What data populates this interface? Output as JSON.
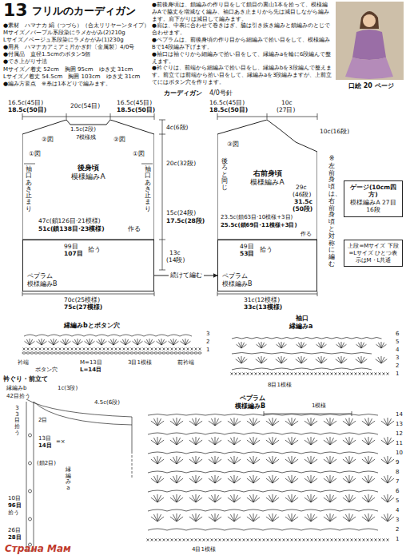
{
  "diagram": {
    "title": "フリルのカーディガン",
    "nodes": [
      {
        "text": [
          "後身頃",
          "模様編みA"
        ]
      },
      {
        "text": [
          "右前身頃",
          "模様編みA"
        ]
      },
      {
        "text": [
          "ペプラム",
          "模様編みB"
        ]
      },
      {
        "text": [
          "ペプラム",
          "模様編みB"
        ]
      },
      {
        "text": [
          "ゲージ(10cm四方)",
          "模様編みA 27目 16段"
        ]
      },
      {
        "text": [
          "上段=Mサイズ 下段=Lサイズ ひとつ表示はM・L共通"
        ]
      }
    ],
    "edges": [
      {
        "from": 2,
        "to": 3,
        "arrow": "to",
        "label": "続けて編む"
      }
    ],
    "labels": [
      "13",
      "●素材　ハマナカ 絹（つづら）（合太リリヤーンタイプ）",
      "Mサイズ／パープル系段染にラメかがみ(2)210g",
      "Lサイズ／ベージュ系段染にラメかがみ(1)230g",
      "●用具　ハマナカアミアミ片かぎ針〔金属製〕4/0号",
      "●付属品　直径1.5cmのボタン5個",
      "●でき上がり寸法",
      "Mサイズ／着丈 52cm　胸囲 95cm　ゆき丈 31cm",
      "Lサイズ／着丈 54.5cm　胸囲 103cm　ゆき丈 31cm",
      "●編み方要点　※糸は1本どりで編みます。",
      "●前後身頃は、鎖編みの作り目をして鎖目の裏山1本を拾って、模様編みAで脇丈を増減なく編み、袖口あき止まりから先は減目しながら編みます。肩下がりは減目して編みます。",
      "●肩は、中表に合わせて巻きはぎ、脇は引き抜き編みと鎖編みのとじで合わせます。",
      "●ペプラムは、前後身頃の作り目から細編みで拾い目をして、模様編みBで14段編み下げます。",
      "●袖口は袖ぐりから細編みで拾い目をして、縁編みaを輪に6段編んで整えます。",
      "●衿ぐりは、前端から細編みで拾い目をし、縁編みbを3段編んで整えます。前立ては前端から拾い目をして、縁編みaを3段編みますが、上前立てにはボタン穴を作ります。",
      "口絵 20 ページ",
      "カーディガン",
      "4/0号針",
      "16.5c(45目)",
      "18.5c(50目)",
      "20c(54目)",
      "16.5c(45目)",
      "18.5c(50目)",
      "1.5c(2段)",
      "7模様残",
      "②図",
      "②図",
      "①図",
      "①図",
      "袖口あき止まり",
      "袖口あき止まり",
      "47c(鎖126目·21模様)",
      "51c(鎖138目·23模様)",
      "作る",
      "99目",
      "107目",
      "拾う",
      "70c(25模様)",
      "75c(27模様)",
      "4c(6段)",
      "20c(32段)",
      "15c(24段)",
      "17.5c(28段)",
      "13c",
      "(14段)",
      "16.5c(45目)",
      "18.5c(50目)",
      "10c",
      "(27目)",
      "10c(16段)",
      "③図",
      "後ろと同じ",
      "29c",
      "(46段)",
      "31.5c",
      "(50段)",
      "23.5c(鎖63目·10模様+3目)",
      "25.5c(鎖69目·11模様+3目)",
      "作る",
      "49目",
      "53目",
      "拾う",
      "31c(12模様)",
      "33c(13模様)",
      "※左前身頃は、右前身頃と対称に編む",
      "縁編みbとボタン穴",
      "衿端",
      "ボタン穴",
      "M=13目",
      "L=14目",
      "3目1模様",
      "前衿端",
      "3",
      "2",
      "1",
      "袖口",
      "縁編みa",
      "6",
      "5",
      "4",
      "3",
      "2",
      "1",
      "8目1模様",
      "衿ぐり・前立て",
      "縁編みb",
      "42目拾う",
      "1c(3段)",
      "4.5c(6段)",
      "2目",
      "13目",
      "14目",
      "=×",
      "(鎖2目)",
      "33目拾う",
      "縁編みa",
      "10目",
      "96目",
      "拾う",
      "26目",
      "28目",
      "ペプラム",
      "模様編みB",
      "1模様",
      "14",
      "13",
      "12",
      "11",
      "10",
      "9",
      "8",
      "7",
      "6",
      "5",
      "4",
      "3",
      "2",
      "1",
      "4目1模様",
      "Страна Мам"
    ]
  }
}
